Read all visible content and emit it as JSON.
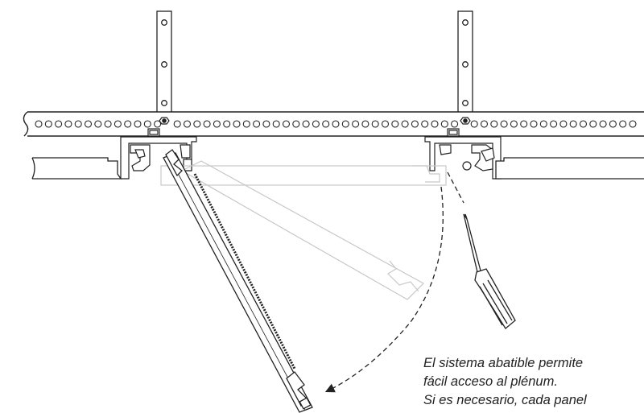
{
  "caption": {
    "lines": [
      "El sistema abatible permite",
      "fácil acceso al plénum.",
      "Si es necesario, cada panel"
    ]
  },
  "colors": {
    "line": "#222222",
    "ghost": "#c8c8c8",
    "paper": "#ffffff"
  },
  "icons": [
    "hanger-strap",
    "perforated-rail",
    "hex-nut",
    "panel",
    "screwdriver",
    "swing-arrow"
  ]
}
